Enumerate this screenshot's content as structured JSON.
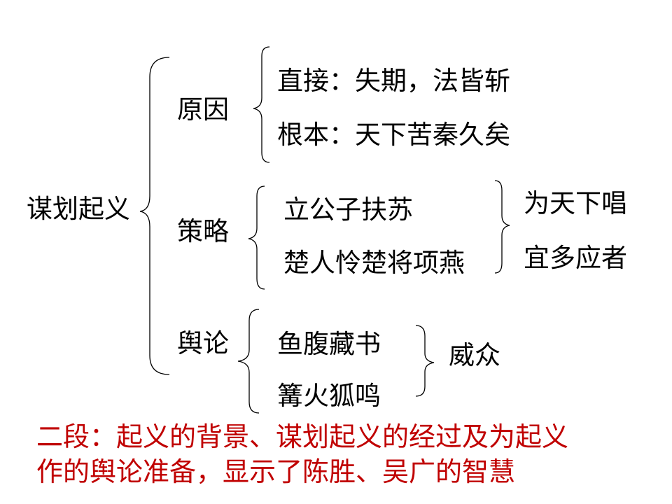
{
  "root": "谋划起义",
  "branches": [
    {
      "label": "原因",
      "items": [
        "直接：失期，法皆斩",
        "根本：天下苦秦久矣"
      ],
      "result": []
    },
    {
      "label": "策略",
      "items": [
        "立公子扶苏",
        "楚人怜楚将项燕"
      ],
      "result": [
        "为天下唱",
        "宜多应者"
      ]
    },
    {
      "label": "舆论",
      "items": [
        "鱼腹藏书",
        "篝火狐鸣"
      ],
      "result": [
        "威众"
      ]
    }
  ],
  "summary": {
    "line1": "二段：起义的背景、谋划起义的经过及为起义",
    "line2": "作的舆论准备，显示了陈胜、吴广的智慧"
  },
  "colors": {
    "text": "#000000",
    "summary": "#c00000",
    "brace": "#000000"
  }
}
